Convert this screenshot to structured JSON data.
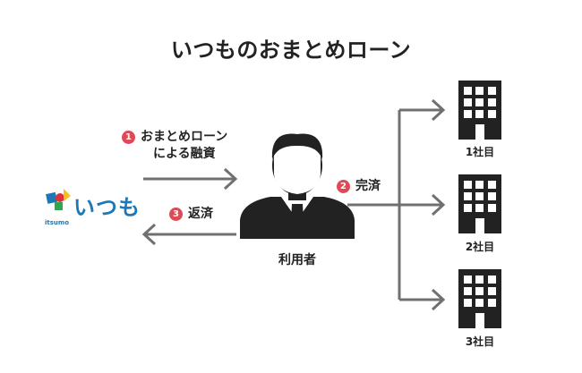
{
  "title": "いつものおまとめローン",
  "logo": {
    "word": "いつも",
    "sub": "itsumo"
  },
  "user": {
    "label": "利用者"
  },
  "steps": [
    {
      "num": "1",
      "line1": "おまとめローン",
      "line2": "による融資"
    },
    {
      "num": "2",
      "line1": "完済"
    },
    {
      "num": "3",
      "line1": "返済"
    }
  ],
  "companies": [
    {
      "label": "1社目"
    },
    {
      "label": "2社目"
    },
    {
      "label": "3社目"
    }
  ],
  "colors": {
    "arrow": "#707070",
    "badge": "#e04a57",
    "icon": "#222222",
    "logo_blue": "#1e78b8",
    "logo_red": "#e0313b",
    "logo_green": "#2ea84e",
    "logo_yellow": "#f2c21b"
  }
}
